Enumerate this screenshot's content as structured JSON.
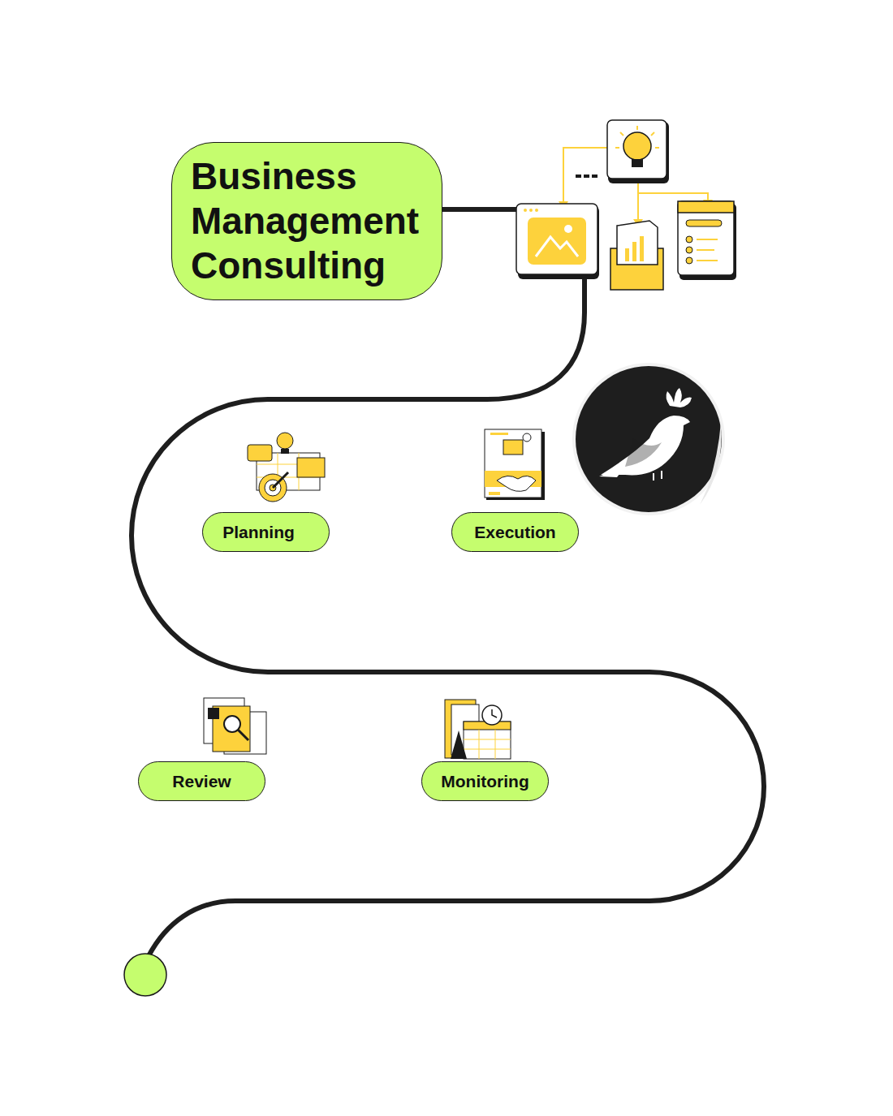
{
  "diagram": {
    "nodes": [
      {
        "text": [
          "Business Management Consulting"
        ]
      },
      {
        "text": [
          "Planning"
        ]
      },
      {
        "text": [
          "Execution"
        ]
      },
      {
        "text": [
          "Review"
        ]
      },
      {
        "text": [
          "Monitoring"
        ]
      }
    ]
  }
}
